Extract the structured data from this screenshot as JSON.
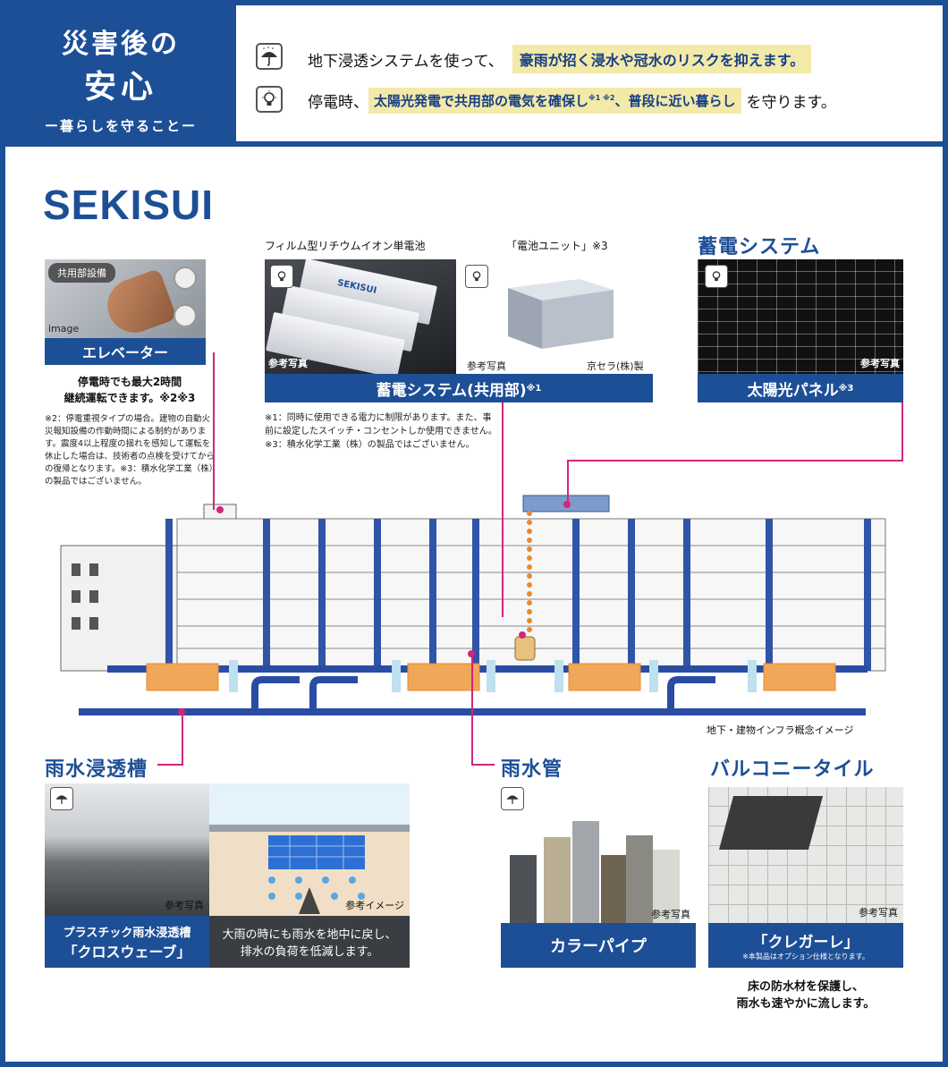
{
  "header": {
    "title_line1": "災害後の",
    "title_line2": "安心",
    "subtitle": "ー暮らしを守ることー",
    "line1_prefix": "地下浸透システムを使って、",
    "line1_highlight": "豪雨が招く浸水や冠水のリスクを抑えます。",
    "line2_prefix": "停電時、",
    "line2_highlight": "太陽光発電で共用部の電気を確保し",
    "line2_note": "※1 ※2",
    "line2_highlight2": "、普段に近い暮らし",
    "line2_suffix": "を守ります。"
  },
  "logo": "SEKISUI",
  "elevator": {
    "badge": "共用部設備",
    "image_label": "image",
    "label": "エレベーター",
    "caption_line1": "停電時でも最大2時間",
    "caption_line2": "継続運転できます。※2※3",
    "note": "※2：停電重視タイプの場合。建物の自動火災報知設備の作動時間による制約があります。震度4以上程度の揺れを感知して運転を休止した場合は、技術者の点検を受けてからの復帰となります。※3：積水化学工業（株）の製品ではございません。"
  },
  "battery": {
    "film_title": "フィルム型リチウムイオン単電池",
    "unit_title": "「電池ユニット」※3",
    "film_ref": "参考写真",
    "film_brand": "SEKISUI",
    "unit_ref": "参考写真",
    "unit_maker": "京セラ(株)製",
    "label": "蓄電システム(共用部)",
    "label_note": "※1",
    "note": "※1：同時に使用できる電力に制限があります。また、事前に設定したスイッチ・コンセントしか使用できません。※3：積水化学工業（株）の製品ではございません。"
  },
  "solar": {
    "title": "蓄電システム",
    "ref": "参考写真",
    "label": "太陽光パネル",
    "label_note": "※3"
  },
  "diagram_caption": "地下・建物インフラ概念イメージ",
  "rain_tank": {
    "title": "雨水浸透槽",
    "ref_photo": "参考写真",
    "ref_image": "参考イメージ",
    "label_line1": "プラスチック雨水浸透槽",
    "label_line2": "「クロスウェーブ」",
    "desc_line1": "大雨の時にも雨水を地中に戻し、",
    "desc_line2": "排水の負荷を低減します。"
  },
  "rain_pipe": {
    "title": "雨水管",
    "ref": "参考写真",
    "label": "カラーパイプ"
  },
  "balcony": {
    "title": "バルコニータイル",
    "ref": "参考写真",
    "label": "「クレガーレ」",
    "label_note": "※本製品はオプション仕様となります。",
    "caption_line1": "床の防水材を保護し、",
    "caption_line2": "雨水も速やかに流します。"
  },
  "colors": {
    "brand_blue": "#1d4f97",
    "highlight_yellow": "#f3e9a8",
    "callout_pink": "#d2267a",
    "tank_orange": "#e9892f"
  },
  "icons": [
    "umbrella-rain-icon",
    "light-bulb-icon"
  ]
}
